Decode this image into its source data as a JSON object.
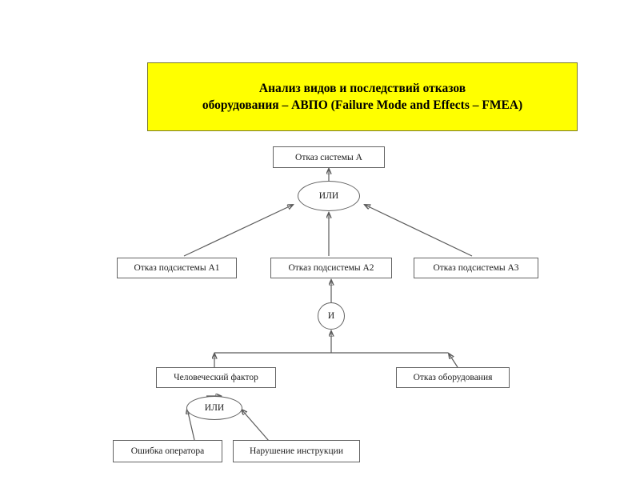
{
  "title": {
    "line1": "Анализ видов и последствий отказов",
    "line2": "оборудования – АВПО (Failure Mode and Effects – FMEA)",
    "background_color": "#FFFF00",
    "border_color": "#7A7A28",
    "text_color": "#000000"
  },
  "diagram": {
    "type": "fault-tree",
    "nodes": {
      "system_failure": "Отказ системы А",
      "gate_or_top": "ИЛИ",
      "subsystem_a1": "Отказ подсистемы А1",
      "subsystem_a2": "Отказ подсистемы А2",
      "subsystem_a3": "Отказ подсистемы А3",
      "gate_and": "И",
      "human_factor": "Человеческий фактор",
      "equipment_failure": "Отказ оборудования",
      "gate_or_bottom": "ИЛИ",
      "operator_error": "Ошибка оператора",
      "instruction_violation": "Нарушение инструкции"
    },
    "edges": [
      {
        "from": "gate_or_top",
        "to": "system_failure"
      },
      {
        "from": "subsystem_a1",
        "to": "gate_or_top"
      },
      {
        "from": "subsystem_a2",
        "to": "gate_or_top"
      },
      {
        "from": "subsystem_a3",
        "to": "gate_or_top"
      },
      {
        "from": "gate_and",
        "to": "subsystem_a2"
      },
      {
        "from": "human_factor",
        "to": "gate_and"
      },
      {
        "from": "equipment_failure",
        "to": "gate_and"
      },
      {
        "from": "operator_error",
        "to": "gate_or_bottom"
      },
      {
        "from": "instruction_violation",
        "to": "gate_or_bottom"
      }
    ],
    "line_color": "#5A5A5A",
    "node_border_color": "#636363",
    "node_fill": "#FFFFFF"
  }
}
